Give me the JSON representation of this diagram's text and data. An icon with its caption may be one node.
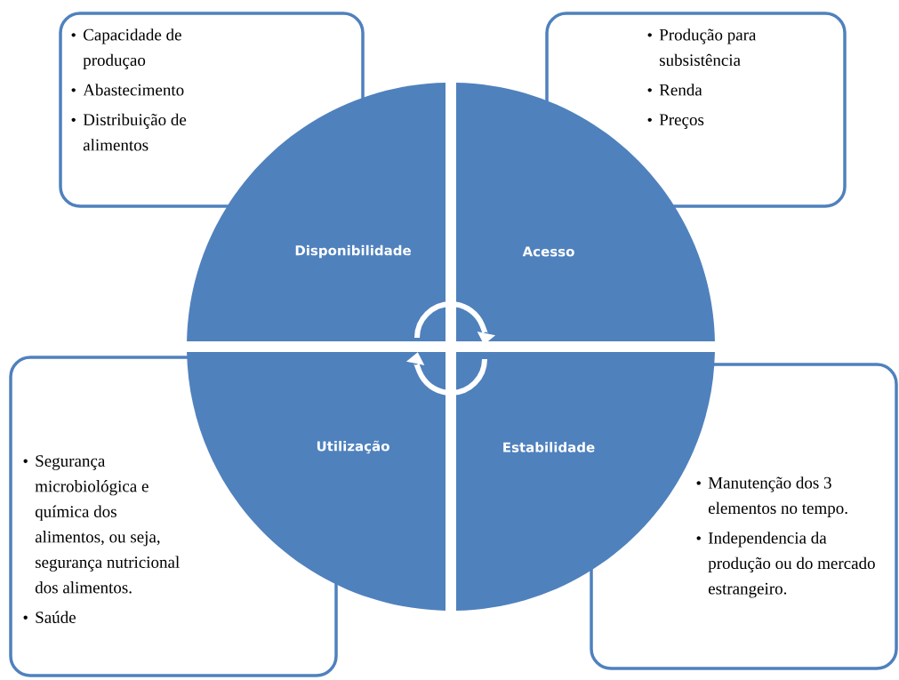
{
  "diagram": {
    "nodes": [
      {
        "text": [
          "Capacidade de produçao",
          "Abastecimento",
          "Distribuição de alimentos"
        ]
      },
      {
        "text": [
          "Produção para subsistência",
          "Renda",
          "Preços"
        ]
      },
      {
        "text": [
          "Segurança microbiológica e química dos alimentos, ou seja, segurança nutricional dos alimentos.",
          "Saúde"
        ]
      },
      {
        "text": [
          "Manutenção dos 3 elementos no tempo.",
          "Independencia da produção ou do mercado estrangeiro."
        ]
      },
      {
        "text": [
          "Disponibilidade"
        ]
      },
      {
        "text": [
          "Acesso"
        ]
      },
      {
        "text": [
          "Utilização"
        ]
      },
      {
        "text": [
          "Estabilidade"
        ]
      }
    ],
    "edges": [
      {
        "from": 4,
        "to": 5,
        "arrow": "to"
      },
      {
        "from": 7,
        "to": 6,
        "arrow": "to"
      }
    ]
  }
}
